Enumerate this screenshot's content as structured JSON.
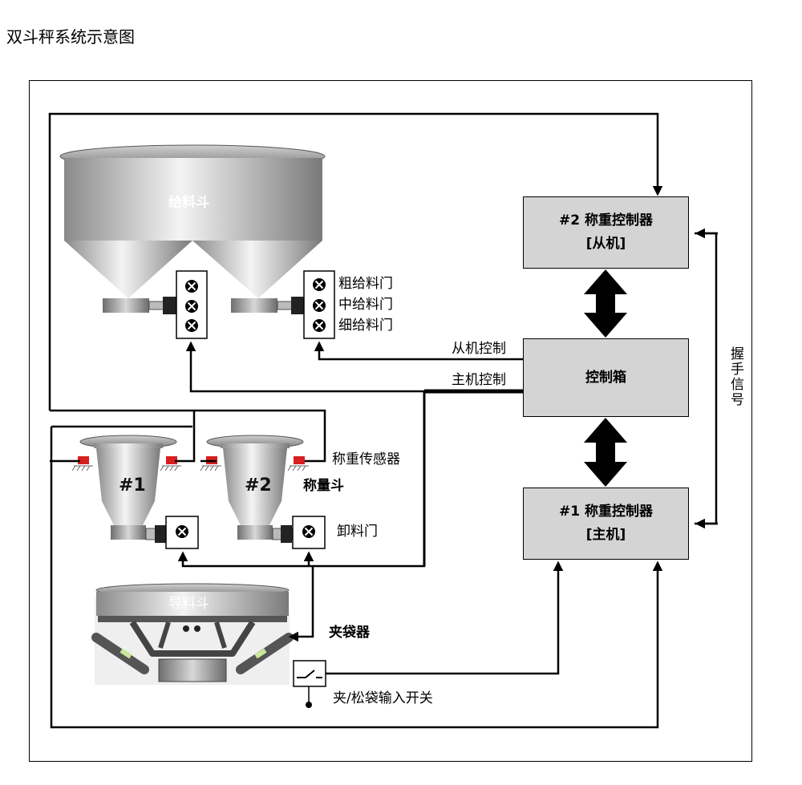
{
  "title": "双斗秤系统示意图",
  "feed_hopper": {
    "label": "给料斗",
    "gates": [
      "粗给料门",
      "中给料门",
      "细给料门"
    ]
  },
  "controller_2": {
    "line1": "#2 称重控制器",
    "line2": "[从机]"
  },
  "control_box": {
    "label": "控制箱"
  },
  "controller_1": {
    "line1": "#1 称重控制器",
    "line2": "[主机]"
  },
  "slave_control": "从机控制",
  "master_control": "主机控制",
  "handshake": "握手信号",
  "load_cell": "称重传感器",
  "weigh_hopper": {
    "label": "称量斗",
    "hopper_1": "#1",
    "hopper_2": "#2"
  },
  "discharge_gate": "卸料门",
  "guide_hopper": "导料斗",
  "bag_clamp": "夹袋器",
  "clamp_switch": "夹/松袋输入开关"
}
